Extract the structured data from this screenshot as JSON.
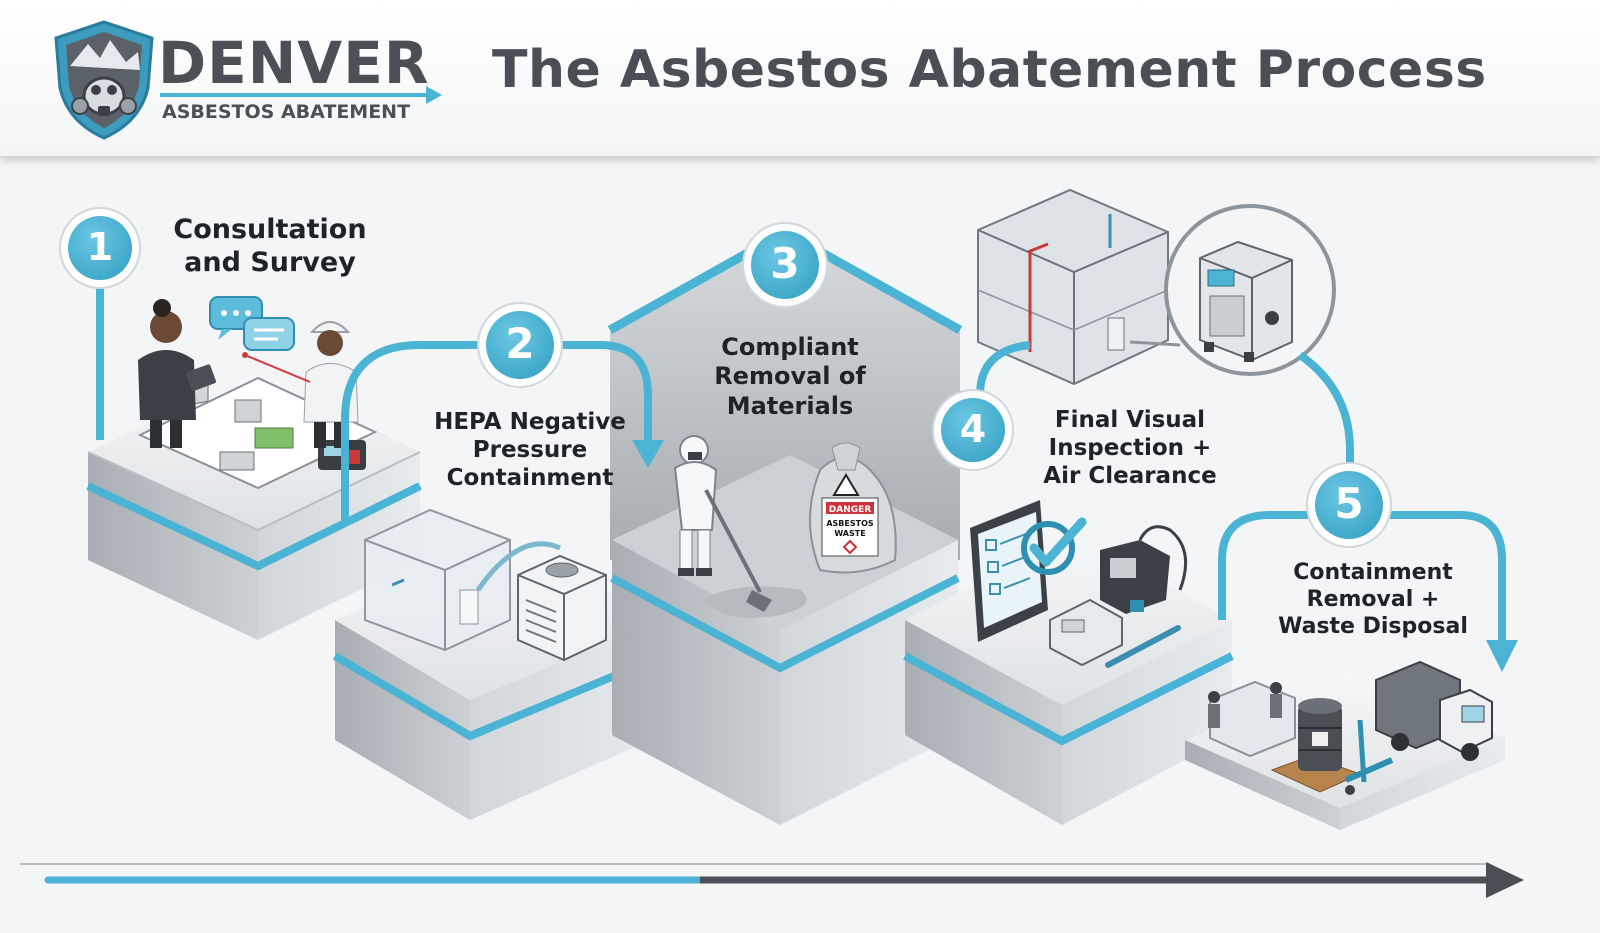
{
  "brand": {
    "name": "DENVER",
    "subtitle": "ASBESTOS ABATEMENT"
  },
  "title": "The Asbestos Abatement Process",
  "steps": [
    {
      "number": "1",
      "line1": "Consultation",
      "line2": "and Survey"
    },
    {
      "number": "2",
      "line1": "HEPA Negative",
      "line2": "Pressure",
      "line3": "Containment"
    },
    {
      "number": "3",
      "line1": "Compliant",
      "line2": "Removal of",
      "line3": "Materials"
    },
    {
      "number": "4",
      "line1": "Final Visual",
      "line2": "Inspection +",
      "line3": "Air Clearance"
    },
    {
      "number": "5",
      "line1": "Containment",
      "line2": "Removal +",
      "line3": "Waste Disposal"
    }
  ],
  "bag_label": {
    "top": "DANGER",
    "mid": "ASBESTOS",
    "bottom": "WASTE"
  },
  "colors": {
    "accent": "#4bb3d3",
    "accent_dark": "#2f8fb0",
    "slab": "#c9cdd2",
    "text": "#1f2226"
  },
  "icons": [
    "shield-icon",
    "respirator-icon",
    "chat-bubble-icon",
    "checkmark-icon",
    "danger-icon"
  ]
}
